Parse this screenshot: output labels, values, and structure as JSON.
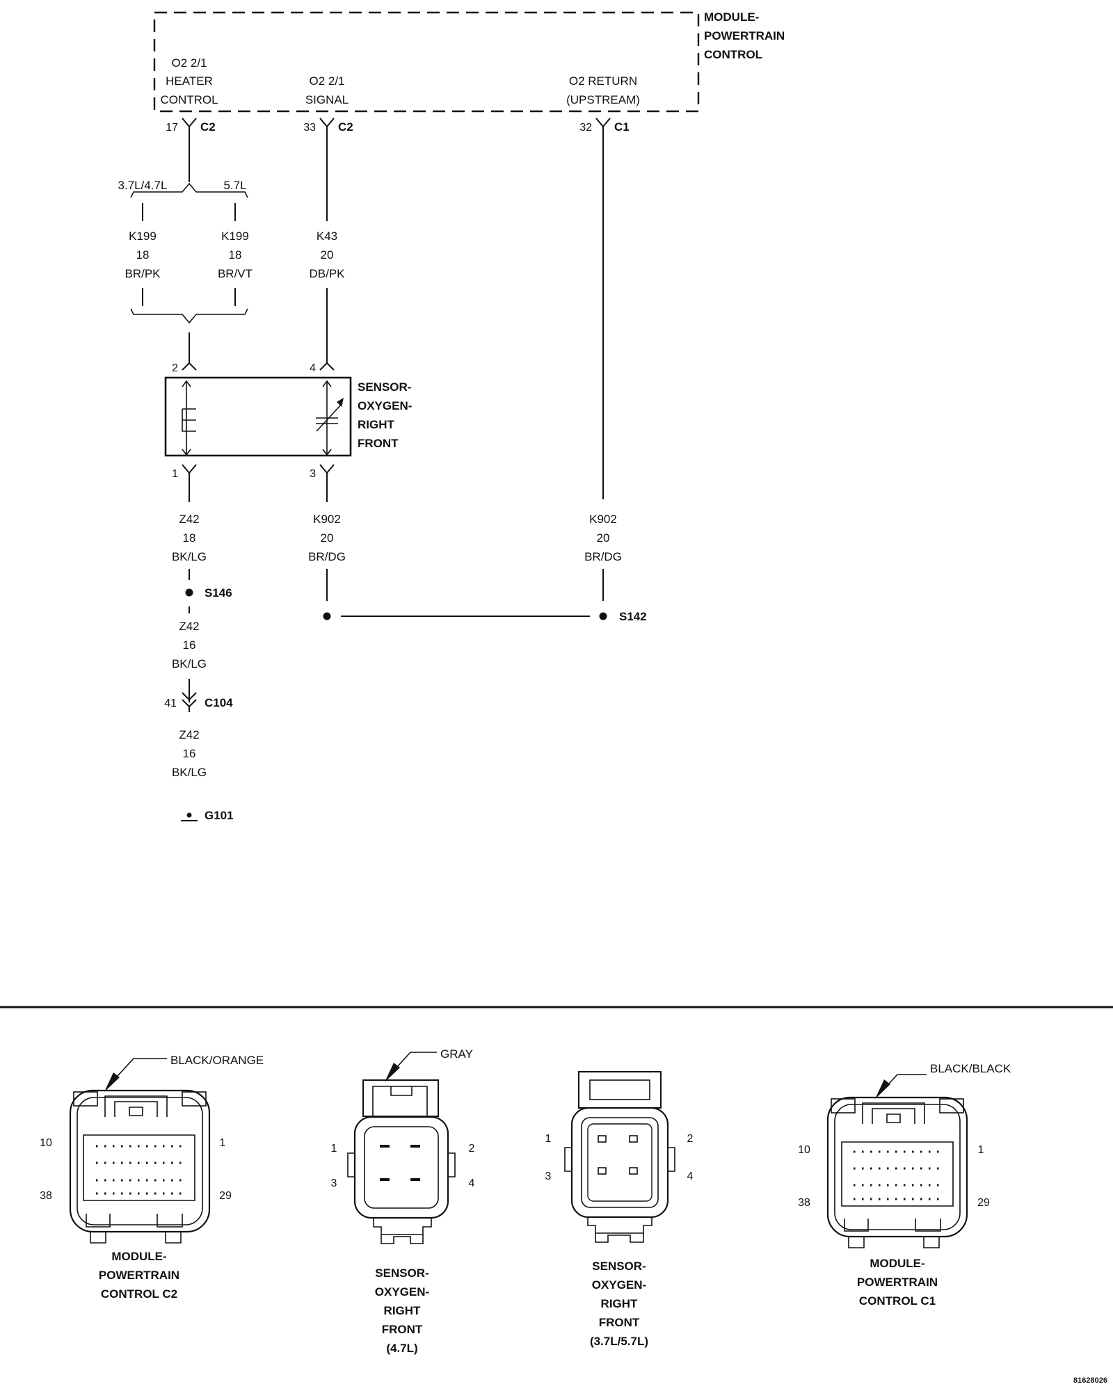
{
  "module": {
    "title": [
      "MODULE-",
      "POWERTRAIN",
      "CONTROL"
    ],
    "heater": {
      "label": [
        "O2 2/1",
        "HEATER",
        "CONTROL"
      ],
      "pin": "17",
      "connector": "C2"
    },
    "signal": {
      "label": [
        "O2 2/1",
        "SIGNAL"
      ],
      "pin": "33",
      "connector": "C2"
    },
    "return": {
      "label": [
        "O2 RETURN",
        "(UPSTREAM)"
      ],
      "pin": "32",
      "connector": "C1"
    }
  },
  "variants": {
    "left": "3.7L/4.7L",
    "right": "5.7L"
  },
  "wires": {
    "k199_left": [
      "K199",
      "18",
      "BR/PK"
    ],
    "k199_right": [
      "K199",
      "18",
      "BR/VT"
    ],
    "k43": [
      "K43",
      "20",
      "DB/PK"
    ],
    "z42_a": [
      "Z42",
      "18",
      "BK/LG"
    ],
    "k902_a": [
      "K902",
      "20",
      "BR/DG"
    ],
    "k902_b": [
      "K902",
      "20",
      "BR/DG"
    ],
    "z42_b": [
      "Z42",
      "16",
      "BK/LG"
    ],
    "z42_c": [
      "Z42",
      "16",
      "BK/LG"
    ]
  },
  "sensor": {
    "label": [
      "SENSOR-",
      "OXYGEN-",
      "RIGHT",
      "FRONT"
    ],
    "pins": {
      "p2": "2",
      "p4": "4",
      "p1": "1",
      "p3": "3"
    }
  },
  "splices": {
    "s146": "S146",
    "s142": "S142"
  },
  "inline_connector": {
    "pin": "41",
    "name": "C104"
  },
  "ground": "G101",
  "connector_views": [
    {
      "color": "BLACK/ORANGE",
      "name": [
        "MODULE-",
        "POWERTRAIN",
        "CONTROL C2"
      ],
      "pins": [
        "10",
        "1",
        "38",
        "29"
      ]
    },
    {
      "color": "GRAY",
      "name": [
        "SENSOR-",
        "OXYGEN-",
        "RIGHT",
        "FRONT",
        "(4.7L)"
      ],
      "pins": [
        "1",
        "2",
        "3",
        "4"
      ]
    },
    {
      "color": "",
      "name": [
        "SENSOR-",
        "OXYGEN-",
        "RIGHT",
        "FRONT",
        "(3.7L/5.7L)"
      ],
      "pins": [
        "1",
        "2",
        "3",
        "4"
      ]
    },
    {
      "color": "BLACK/BLACK",
      "name": [
        "MODULE-",
        "POWERTRAIN",
        "CONTROL C1"
      ],
      "pins": [
        "10",
        "1",
        "38",
        "29"
      ]
    }
  ],
  "figure_id": "81628026"
}
